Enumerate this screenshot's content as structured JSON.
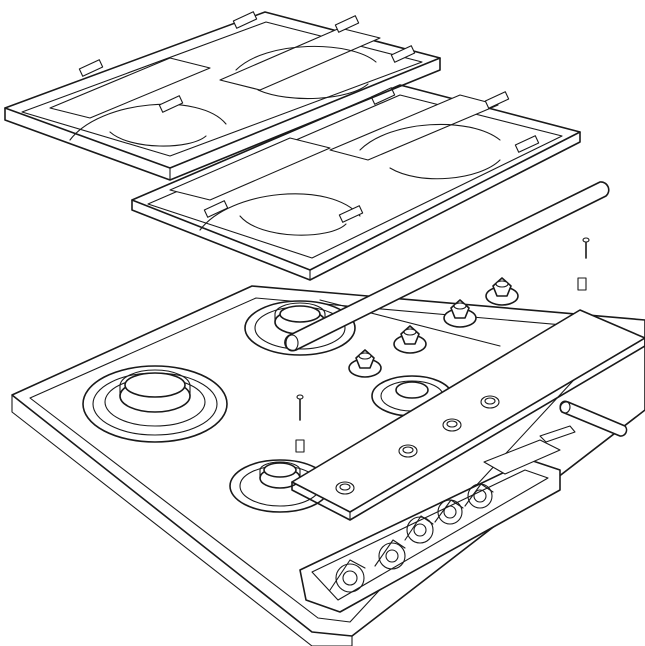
{
  "diagram": {
    "parts": [
      "rear-pan-support",
      "front-pan-support",
      "hob-base-plate",
      "large-burner",
      "rear-left-burner",
      "front-left-burner",
      "rear-right-burner",
      "control-panel",
      "control-knobs",
      "gas-valves",
      "screws",
      "gas-pipe"
    ]
  }
}
